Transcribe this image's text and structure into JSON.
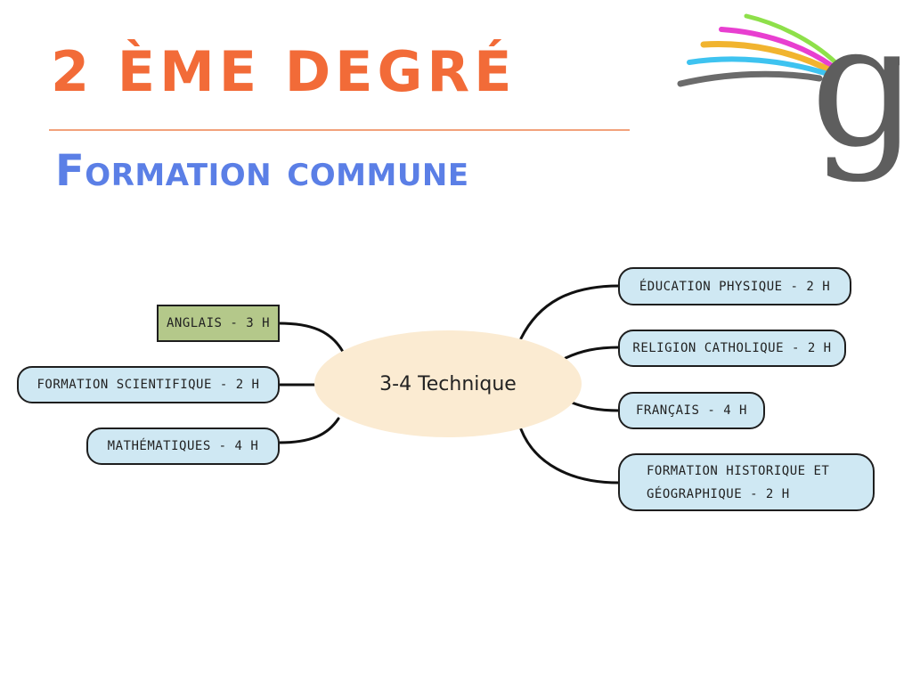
{
  "header": {
    "title": "2 ÈME DEGRÉ",
    "subtitle": "Formation commune"
  },
  "logo": {
    "letter": "g",
    "colors": [
      "#8ee04a",
      "#e83fd0",
      "#f1b42f",
      "#3ec3f0",
      "#6b6b6b"
    ]
  },
  "mindmap": {
    "center": "3-4 Technique",
    "left_branches": [
      {
        "label": "ANGLAIS - 3 H"
      },
      {
        "label": "FORMATION SCIENTIFIQUE - 2 H"
      },
      {
        "label": "MATHÉMATIQUES - 4 H"
      }
    ],
    "right_branches": [
      {
        "label": "ÉDUCATION PHYSIQUE - 2 H"
      },
      {
        "label": "RELIGION CATHOLIQUE - 2 H"
      },
      {
        "label": "FRANÇAIS - 4 H"
      },
      {
        "label": "FORMATION HISTORIQUE ET GÉOGRAPHIQUE - 2 H"
      }
    ]
  },
  "colors": {
    "title": "#f26b38",
    "subtitle": "#5b7fe6",
    "node_fill": "#cfe8f3",
    "node_highlight": "#b4c88a",
    "center_fill": "#fbebd2"
  }
}
